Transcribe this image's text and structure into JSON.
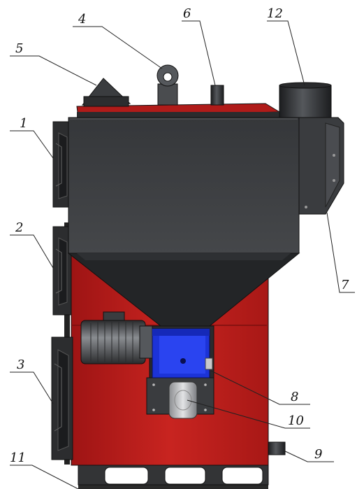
{
  "diagram": {
    "callouts": [
      {
        "id": "1",
        "label": "1"
      },
      {
        "id": "2",
        "label": "2"
      },
      {
        "id": "3",
        "label": "3"
      },
      {
        "id": "4",
        "label": "4"
      },
      {
        "id": "5",
        "label": "5"
      },
      {
        "id": "6",
        "label": "6"
      },
      {
        "id": "7",
        "label": "7"
      },
      {
        "id": "8",
        "label": "8"
      },
      {
        "id": "9",
        "label": "9"
      },
      {
        "id": "10",
        "label": "10"
      },
      {
        "id": "11",
        "label": "11"
      },
      {
        "id": "12",
        "label": "12"
      }
    ],
    "colors": {
      "boiler_body": "#c0201e",
      "hopper": "#3c3e40",
      "hopper_dark": "#232527",
      "auger_block": "#1a2fd0",
      "motor": "#4a4c4f",
      "steel": "#6a6c70",
      "outline": "#111111"
    }
  }
}
